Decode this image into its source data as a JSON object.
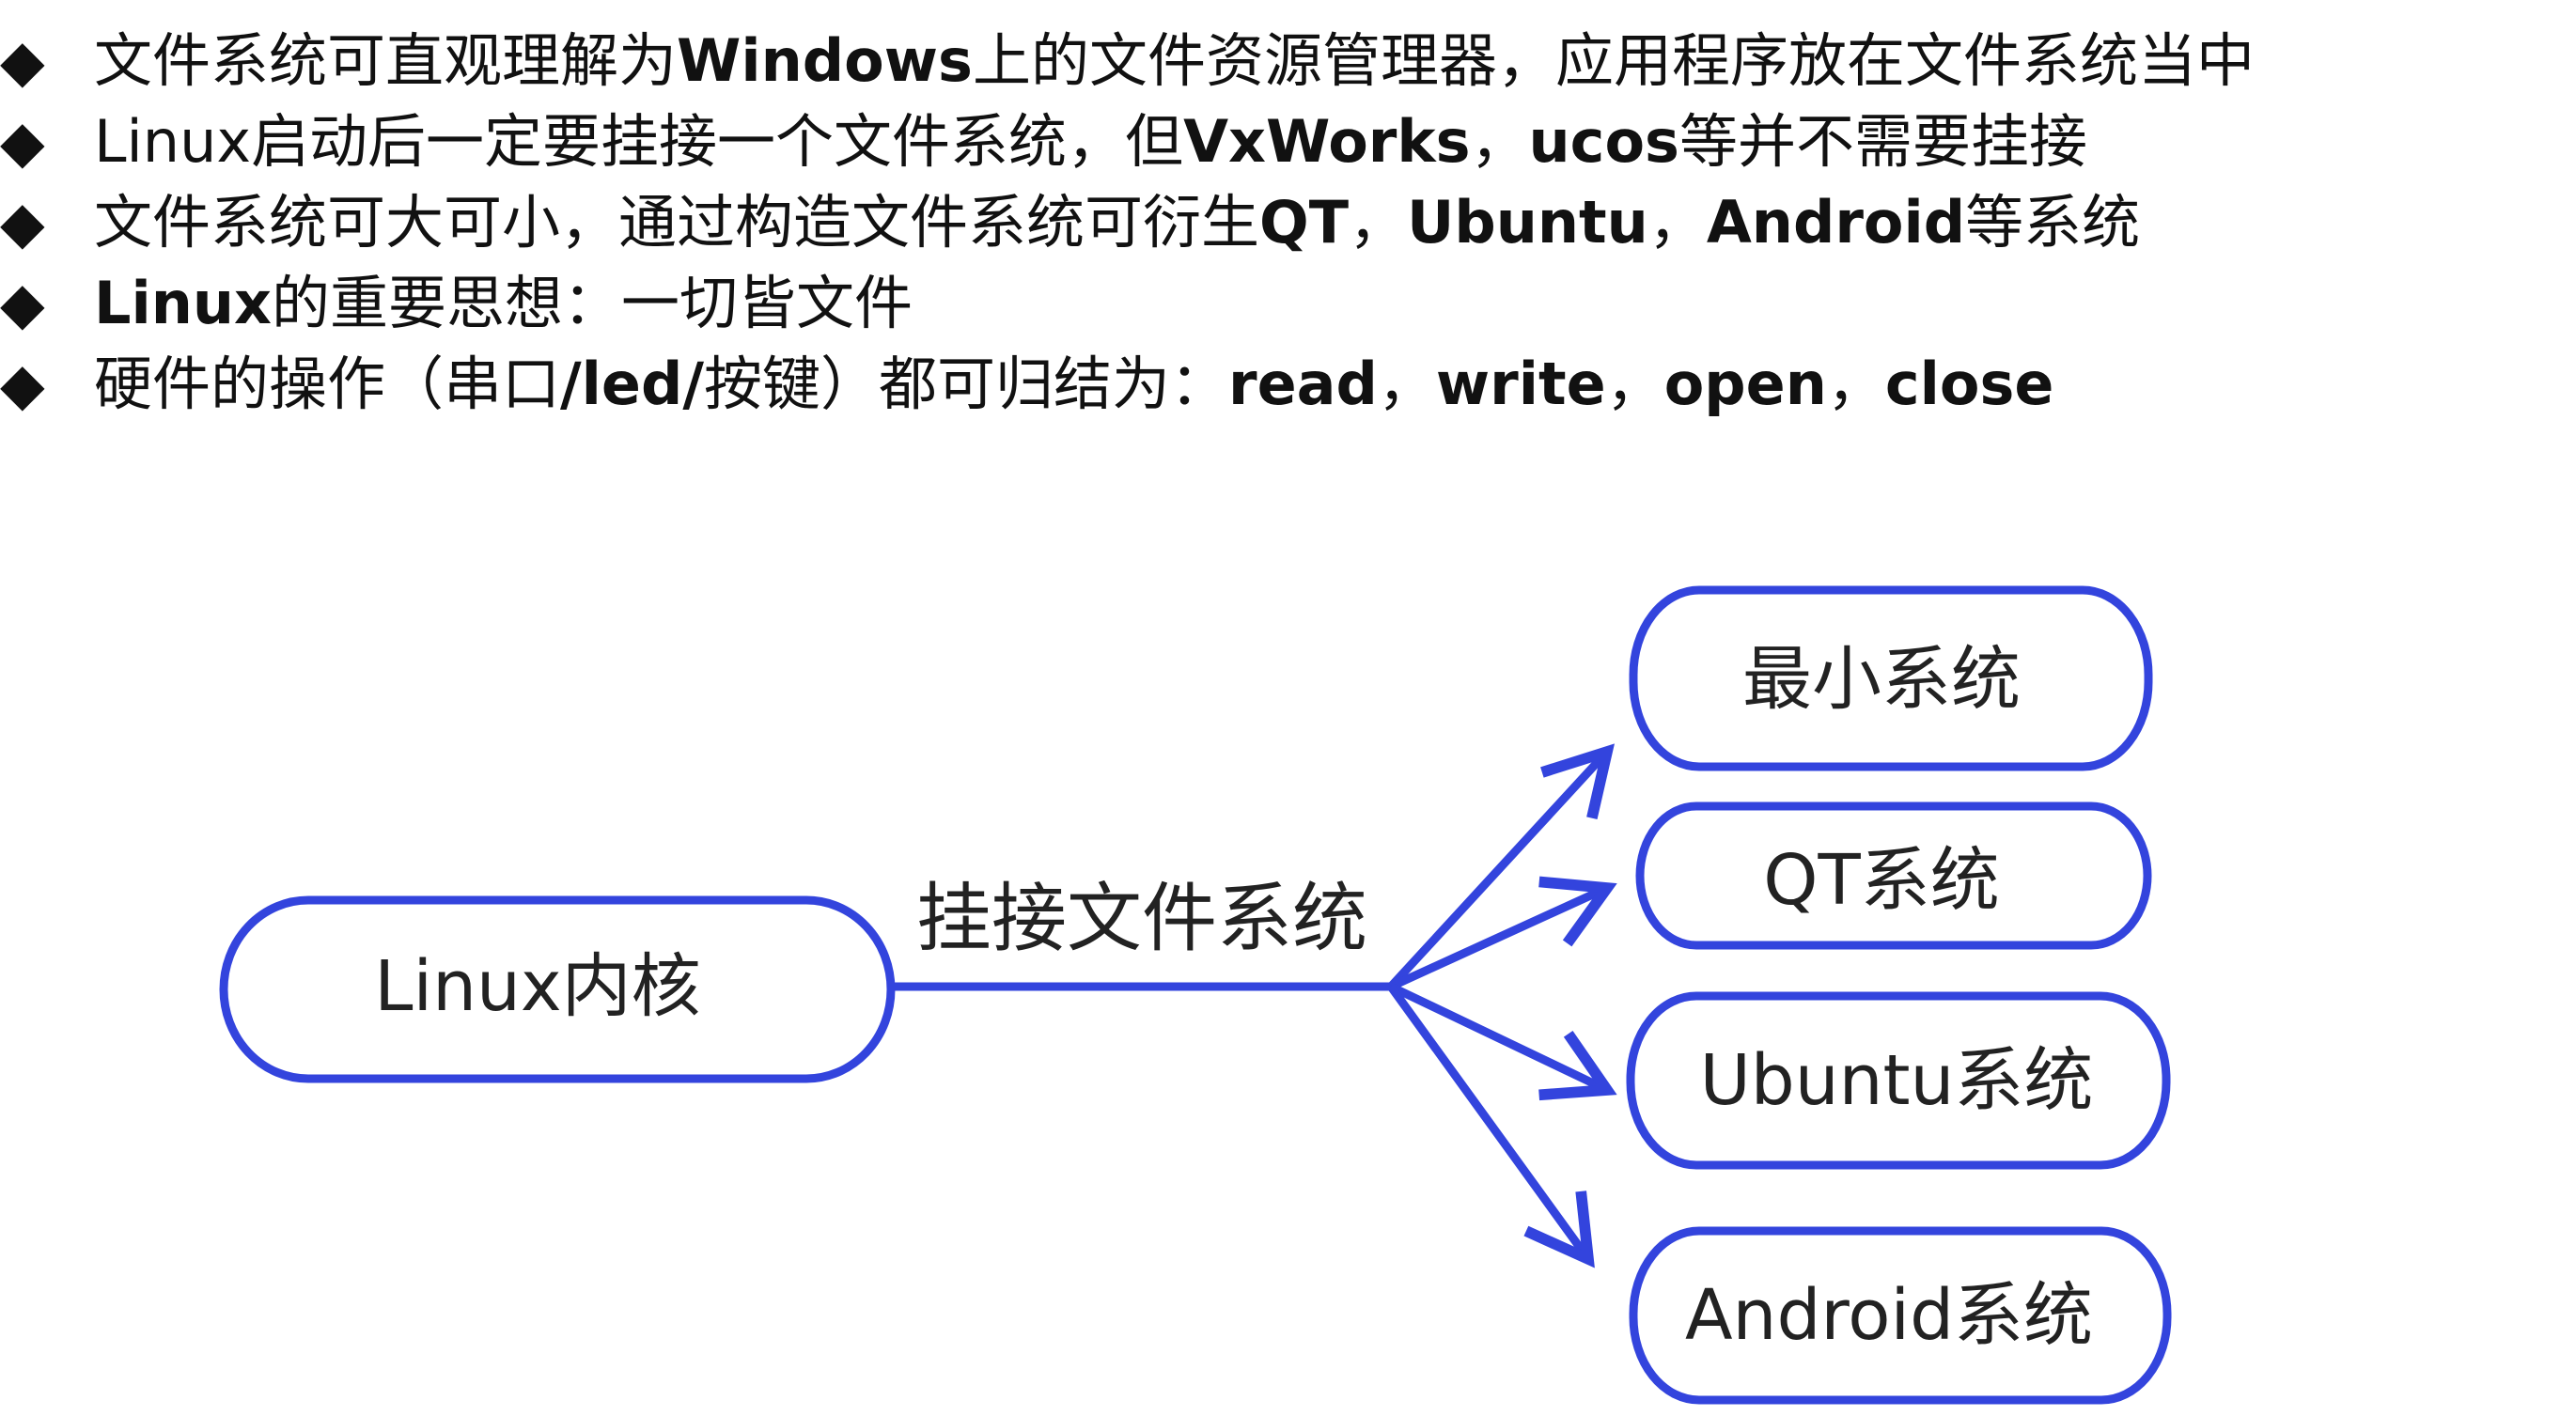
{
  "bullets": [
    {
      "parts": [
        {
          "text": "文件系统可直观理解为",
          "bold": false
        },
        {
          "text": "Windows",
          "bold": true
        },
        {
          "text": "上的文件资源管理器，应用程序放在文件系统当中",
          "bold": false
        }
      ]
    },
    {
      "parts": [
        {
          "text": "Linux启动后一定要挂接一个文件系统，但",
          "bold": false
        },
        {
          "text": "VxWorks",
          "bold": true
        },
        {
          "text": "，",
          "bold": false
        },
        {
          "text": "ucos",
          "bold": true
        },
        {
          "text": "等并不需要挂接",
          "bold": false
        }
      ]
    },
    {
      "parts": [
        {
          "text": "文件系统可大可小，通过构造文件系统可衍生",
          "bold": false
        },
        {
          "text": "QT",
          "bold": true
        },
        {
          "text": "，",
          "bold": false
        },
        {
          "text": "Ubuntu",
          "bold": true
        },
        {
          "text": "，",
          "bold": false
        },
        {
          "text": "Android",
          "bold": true
        },
        {
          "text": "等系统",
          "bold": false
        }
      ]
    },
    {
      "parts": [
        {
          "text": "Linux",
          "bold": true
        },
        {
          "text": "的重要思想：一切皆文件",
          "bold": false
        }
      ]
    },
    {
      "parts": [
        {
          "text": "硬件的操作（串口",
          "bold": false
        },
        {
          "text": "/led/",
          "bold": true
        },
        {
          "text": "按键）都可归结为：",
          "bold": false
        },
        {
          "text": "read",
          "bold": true
        },
        {
          "text": "，",
          "bold": false
        },
        {
          "text": "write",
          "bold": true
        },
        {
          "text": "，",
          "bold": false
        },
        {
          "text": "open",
          "bold": true
        },
        {
          "text": "，",
          "bold": false
        },
        {
          "text": "close",
          "bold": true
        }
      ]
    }
  ],
  "bullet_icon": "◆",
  "diagram": {
    "source": {
      "label": "Linux内核"
    },
    "edge_label": "挂接文件系统",
    "targets": [
      {
        "label": "最小系统"
      },
      {
        "label": "QT系统"
      },
      {
        "label": "Ubuntu系统"
      },
      {
        "label": "Android系统"
      }
    ]
  },
  "colors": {
    "diagram_stroke": "#3344dd",
    "text": "#222222"
  }
}
